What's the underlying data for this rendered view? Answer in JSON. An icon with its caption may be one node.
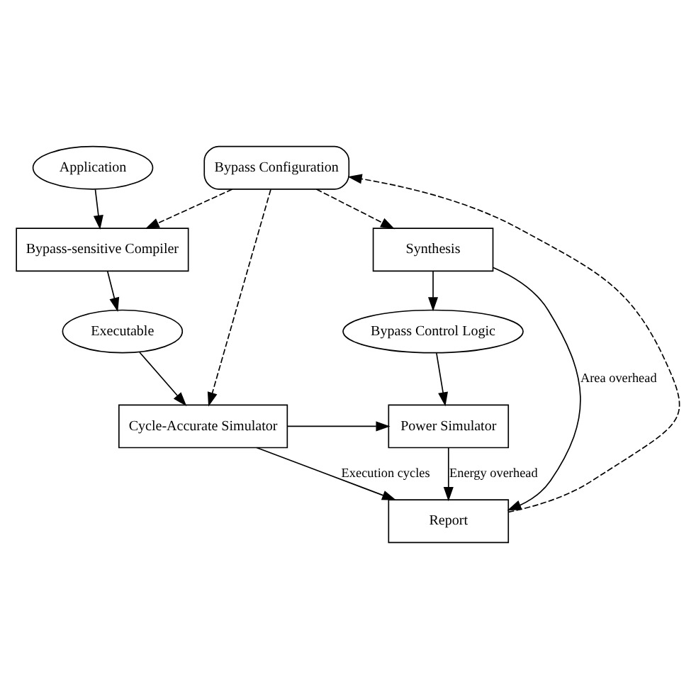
{
  "diagram": {
    "nodes": [
      {
        "text": [
          "Bypass Configuration"
        ]
      },
      {
        "text": [
          "Application"
        ]
      },
      {
        "text": [
          "Synthesis"
        ]
      },
      {
        "text": [
          "Bypass-sensitive Compiler"
        ]
      },
      {
        "text": [
          "Bypass Control Logic"
        ]
      },
      {
        "text": [
          "Executable"
        ]
      },
      {
        "text": [
          "Power Simulator"
        ]
      },
      {
        "text": [
          "Cycle-Accurate Simulator"
        ]
      },
      {
        "text": [
          "Report"
        ]
      }
    ],
    "edges": [
      {
        "from": 0,
        "to": 2,
        "arrow": "to",
        "style": "dashed"
      },
      {
        "from": 0,
        "to": 3,
        "arrow": "to",
        "style": "dashed"
      },
      {
        "from": 0,
        "to": 7,
        "arrow": "to",
        "style": "dashed"
      },
      {
        "from": 1,
        "to": 3,
        "arrow": "to"
      },
      {
        "from": 2,
        "to": 4,
        "arrow": "to"
      },
      {
        "from": 3,
        "to": 5,
        "arrow": "to"
      },
      {
        "from": 4,
        "to": 6,
        "arrow": "to"
      },
      {
        "from": 5,
        "to": 7,
        "arrow": "to"
      },
      {
        "from": 7,
        "to": 6,
        "arrow": "to"
      },
      {
        "from": 6,
        "to": 8,
        "arrow": "to",
        "label": "Energy overhead"
      },
      {
        "from": 7,
        "to": 8,
        "arrow": "to",
        "label": "Execution cycles"
      },
      {
        "from": 2,
        "to": 8,
        "arrow": "to",
        "label": "Area overhead"
      },
      {
        "from": 8,
        "to": 0,
        "arrow": "to",
        "style": "dashed"
      }
    ]
  }
}
